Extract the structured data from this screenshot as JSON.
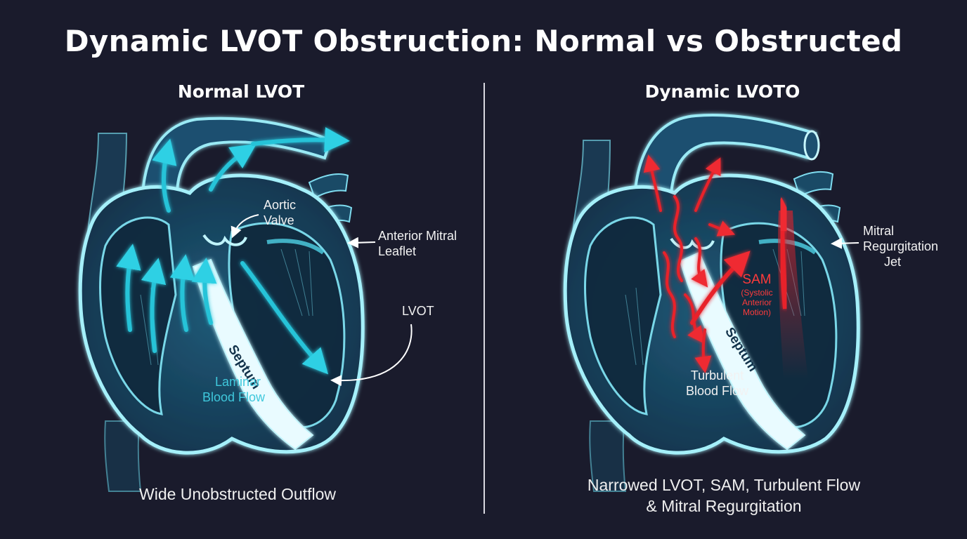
{
  "title": "Dynamic LVOT Obstruction: Normal vs Obstructed",
  "normal": {
    "heading": "Normal LVOT",
    "labels": {
      "aortic_valve_1": "Aortic",
      "aortic_valve_2": "Valve",
      "anterior_mitral_1": "Anterior Mitral",
      "anterior_mitral_2": "Leaflet",
      "lvot": "LVOT",
      "septum": "Septum",
      "laminar_1": "Laminar",
      "laminar_2": "Blood Flow"
    },
    "caption": "Wide Unobstructed Outflow"
  },
  "obstructed": {
    "heading": "Dynamic LVOTO",
    "labels": {
      "mitral_1": "Mitral",
      "mitral_2": "Regurgitation",
      "mitral_3": "Jet",
      "sam": "SAM",
      "sam_sub_1": "(Systolic",
      "sam_sub_2": "Anterior",
      "sam_sub_3": "Motion)",
      "septum": "Septum",
      "turbulent_1": "Turbulent",
      "turbulent_2": "Blood Flow"
    },
    "caption_line1": "Narrowed LVOT, SAM, Turbulent Flow",
    "caption_line2": "& Mitral Regurgitation"
  },
  "colors": {
    "background": "#1a1b2c",
    "outline": "#8fe6f2",
    "cyan_arrow": "#27c3d8",
    "red_arrow": "#e8202a",
    "tissue": "#1d4f6b"
  }
}
